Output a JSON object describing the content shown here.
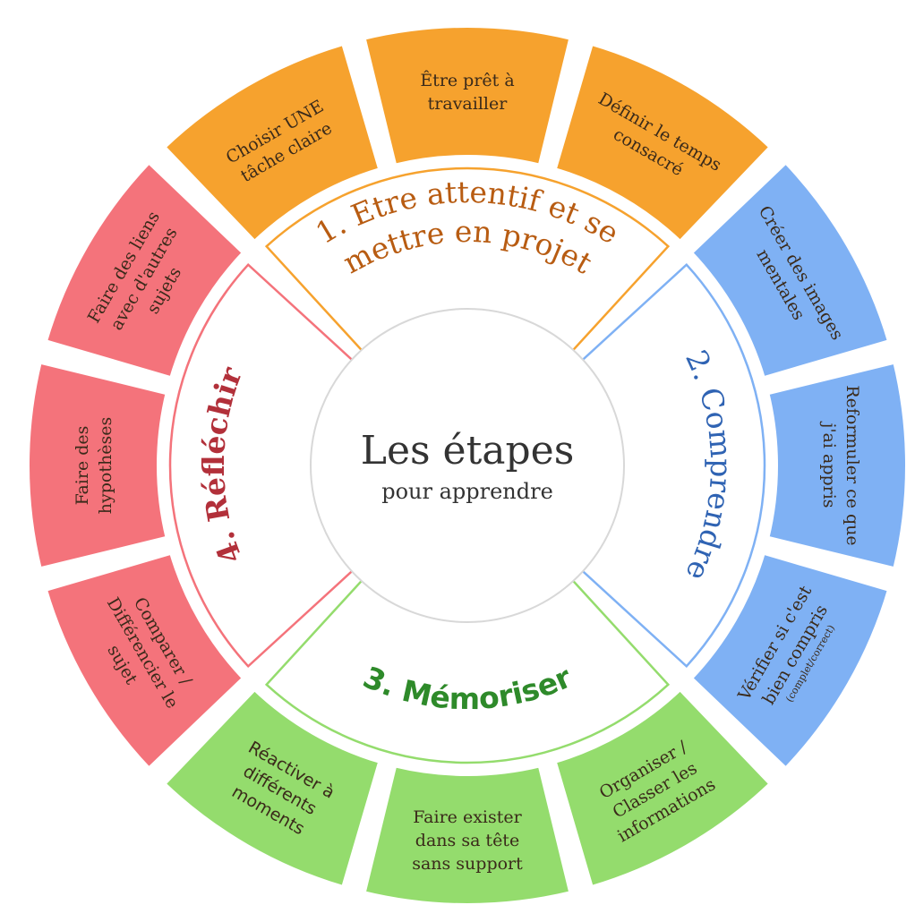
{
  "center": {
    "title": "Les étapes",
    "subtitle": "pour apprendre"
  },
  "phases": [
    {
      "label": "1. Etre attentif et se",
      "label_line2": "mettre en projet",
      "color": "#f6a22e",
      "text_color": "#b85c12",
      "items": [
        {
          "lines": [
            "Choisir UNE",
            "tâche claire"
          ]
        },
        {
          "lines": [
            "Être prêt à",
            "travailler"
          ]
        },
        {
          "lines": [
            "Définir le temps",
            "consacré"
          ]
        }
      ]
    },
    {
      "label": "2. Comprendre",
      "color": "#7fb1f4",
      "text_color": "#2f63b3",
      "items": [
        {
          "lines": [
            "Créer des images",
            "mentales"
          ]
        },
        {
          "lines": [
            "Reformuler ce que",
            "j'ai appris"
          ]
        },
        {
          "lines": [
            "Vérifier si c'est",
            "bien compris"
          ],
          "note": "(complet/correct)"
        }
      ]
    },
    {
      "label": "3. Mémoriser",
      "color": "#94dc6d",
      "text_color": "#2e8a2a",
      "items": [
        {
          "lines": [
            "Organiser /",
            "Classer les",
            "informations"
          ]
        },
        {
          "lines": [
            "Faire exister",
            "dans sa tête",
            "sans support"
          ]
        },
        {
          "lines": [
            "Réactiver à",
            "différents",
            "moments"
          ]
        }
      ]
    },
    {
      "label": "4. Réfléchir",
      "color": "#f4737b",
      "text_color": "#b2303a",
      "items": [
        {
          "lines": [
            "Comparer /",
            "Différencier le",
            "sujet"
          ]
        },
        {
          "lines": [
            "Faire des",
            "hypothèses"
          ]
        },
        {
          "lines": [
            "Faire des liens",
            "avec d'autres",
            "sujets"
          ]
        }
      ]
    }
  ]
}
